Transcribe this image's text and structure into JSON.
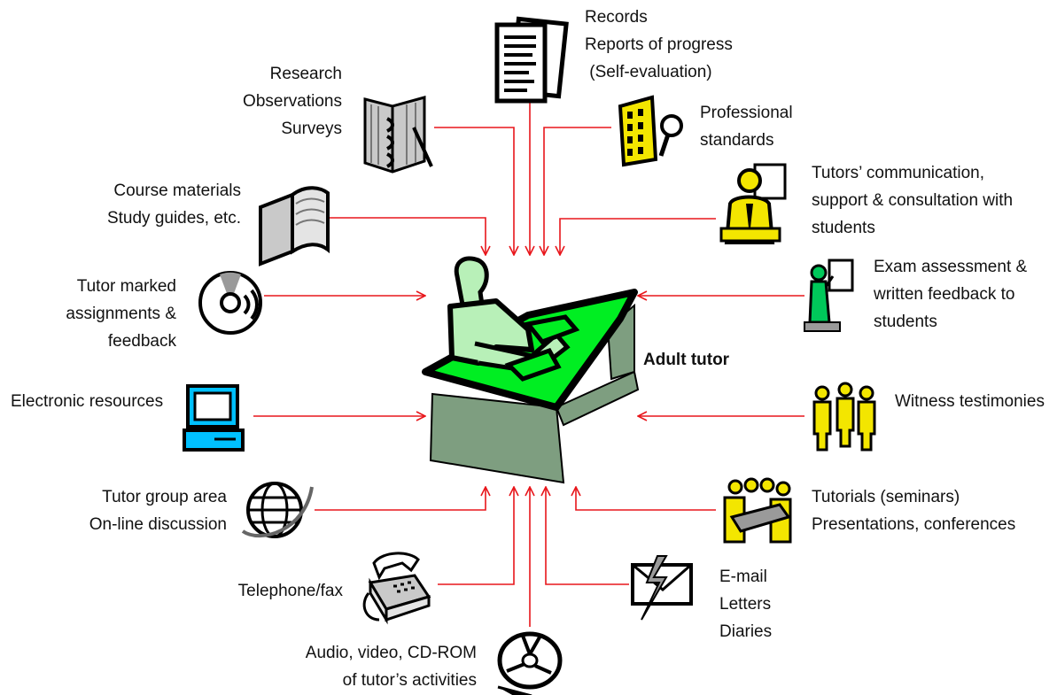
{
  "center": {
    "label": "Adult tutor"
  },
  "sources": [
    {
      "id": "research",
      "icon": "notebook-icon",
      "lines": [
        "Research",
        "Observations",
        "Surveys"
      ]
    },
    {
      "id": "records",
      "icon": "documents-icon",
      "lines": [
        "Records",
        "Reports of progress",
        " (Self-evaluation)"
      ]
    },
    {
      "id": "standards",
      "icon": "building-magnifier-icon",
      "lines": [
        "Professional",
        "standards"
      ]
    },
    {
      "id": "course",
      "icon": "open-book-icon",
      "lines": [
        "Course materials",
        "Study guides, etc."
      ]
    },
    {
      "id": "communication",
      "icon": "presenter-icon",
      "lines": [
        "Tutors’ communication,",
        "support & consultation with",
        "students"
      ]
    },
    {
      "id": "marked",
      "icon": "cd-disc-icon",
      "lines": [
        "Tutor marked",
        "assignments &",
        "feedback"
      ]
    },
    {
      "id": "exam",
      "icon": "speaker-board-icon",
      "lines": [
        "Exam assessment &",
        "written feedback to",
        "students"
      ]
    },
    {
      "id": "electronic",
      "icon": "computer-icon",
      "lines": [
        "Electronic resources"
      ]
    },
    {
      "id": "witness",
      "icon": "people-group-icon",
      "lines": [
        "Witness testimonies"
      ]
    },
    {
      "id": "group",
      "icon": "globe-icon",
      "lines": [
        "Tutor group area",
        "On-line discussion"
      ]
    },
    {
      "id": "tutorials",
      "icon": "meeting-table-icon",
      "lines": [
        "Tutorials (seminars)",
        "Presentations, conferences"
      ]
    },
    {
      "id": "telephone",
      "icon": "telephone-fax-icon",
      "lines": [
        "Telephone/fax"
      ]
    },
    {
      "id": "email",
      "icon": "envelope-icon",
      "lines": [
        "E-mail",
        "Letters",
        "Diaries"
      ]
    },
    {
      "id": "media",
      "icon": "film-reel-icon",
      "lines": [
        "Audio, video, CD-ROM",
        "of tutor’s activities"
      ]
    }
  ],
  "colors": {
    "arrow": "#e8161b",
    "desk_top": "#00ee22",
    "desk_side": "#7e9e80",
    "figure": "#b8f0b8",
    "accent_yellow": "#f3e600"
  }
}
